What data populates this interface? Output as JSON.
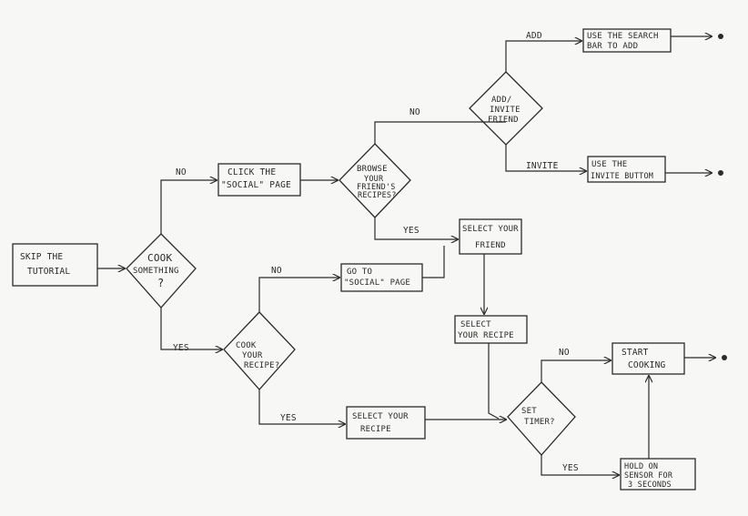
{
  "start": {
    "lines": [
      "SKIP THE",
      "TUTORIAL"
    ]
  },
  "decisions": {
    "cook_something": {
      "lines": [
        "COOK",
        "SOMETHING",
        "?"
      ]
    },
    "browse_recipes": {
      "lines": [
        "BROWSE",
        "YOUR",
        "FRIEND'S",
        "RECIPES?"
      ]
    },
    "add_invite": {
      "lines": [
        "ADD/",
        "INVITE",
        "FRIEND"
      ]
    },
    "cook_your_recipe": {
      "lines": [
        "COOK",
        "YOUR",
        "RECIPE?"
      ]
    },
    "set_timer": {
      "lines": [
        "SET",
        "TIMER?"
      ]
    }
  },
  "boxes": {
    "click_social": {
      "lines": [
        "CLICK THE",
        "\"SOCIAL\" PAGE"
      ]
    },
    "search_bar": {
      "lines": [
        "USE THE SEARCH",
        "BAR TO ADD"
      ]
    },
    "invite_button": {
      "lines": [
        "USE THE",
        "INVITE BUTTOM"
      ]
    },
    "select_friend": {
      "lines": [
        "SELECT YOUR",
        "FRIEND"
      ]
    },
    "go_social": {
      "lines": [
        "GO TO",
        "\"SOCIAL\" PAGE"
      ]
    },
    "select_recipe_top": {
      "lines": [
        "SELECT",
        "YOUR RECIPE"
      ]
    },
    "select_recipe_bottom": {
      "lines": [
        "SELECT YOUR",
        "RECIPE"
      ]
    },
    "start_cooking": {
      "lines": [
        "START",
        "COOKING"
      ]
    },
    "hold_sensor": {
      "lines": [
        "HOLD ON",
        "SENSOR FOR",
        "3 SECONDS"
      ]
    }
  },
  "edge_labels": {
    "no_1": "NO",
    "yes_1": "YES",
    "no_2": "NO",
    "yes_2": "YES",
    "add": "ADD",
    "invite": "INVITE",
    "no_3": "NO",
    "yes_3": "YES",
    "no_4": "NO",
    "yes_4": "YES"
  }
}
